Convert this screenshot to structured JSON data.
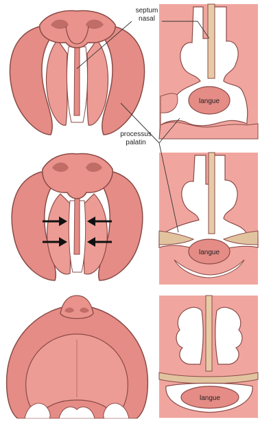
{
  "labels": {
    "septum_line1": "septum",
    "septum_line2": "nasal",
    "processus_line1": "processus",
    "processus_line2": "palatin",
    "tongue_top": "langue",
    "tongue_mid": "langue",
    "tongue_bottom": "langue"
  },
  "colors": {
    "flesh": "#E58C86",
    "flesh_dark": "#C06C67",
    "flesh_light": "#F0ABA5",
    "section_bg": "#F0A69F",
    "septum": "#E7CBA6",
    "shelf": "#E2C3A0",
    "outline": "#8A4A46",
    "arrow": "#111111",
    "cavity": "#ffffff"
  }
}
